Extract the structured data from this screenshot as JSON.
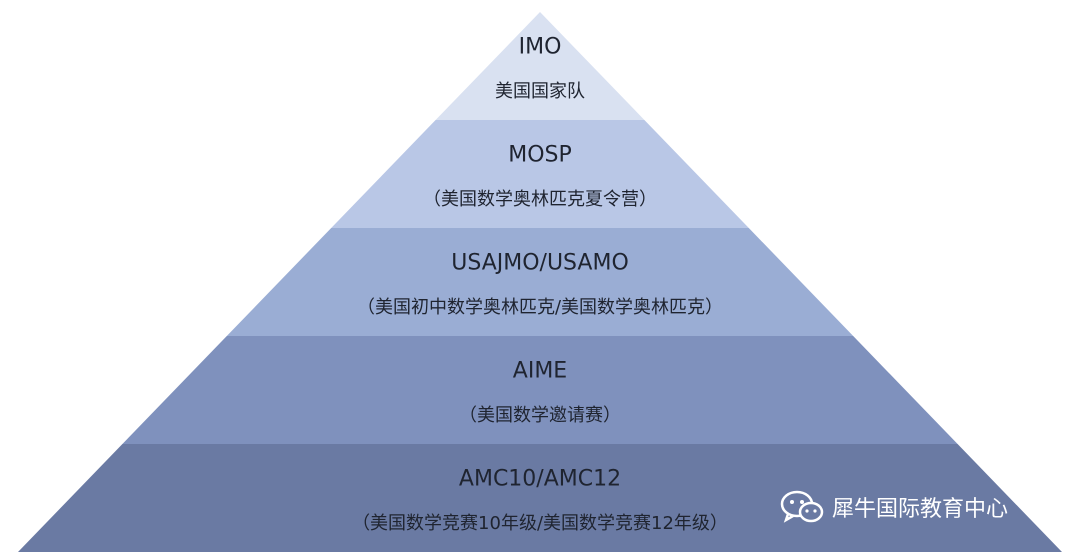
{
  "tiers": [
    {
      "title": "IMO",
      "subtitle": "美国国家队",
      "color": "#d9e1f1"
    },
    {
      "title": "MOSP",
      "subtitle": "（美国数学奥林匹克夏令营）",
      "color": "#b9c7e6"
    },
    {
      "title": "USAJMO/USAMO",
      "subtitle": "（美国初中数学奥林匹克/美国数学奥林匹克）",
      "color": "#9aadd4"
    },
    {
      "title": "AIME",
      "subtitle": "（美国数学邀请赛）",
      "color": "#7f91bd"
    },
    {
      "title": "AMC10/AMC12",
      "subtitle": "（美国数学竞赛10年级/美国数学竞赛12年级）",
      "color": "#6a7aa3"
    }
  ],
  "watermark": {
    "text": "犀牛国际教育中心",
    "icon": "wechat-icon"
  }
}
